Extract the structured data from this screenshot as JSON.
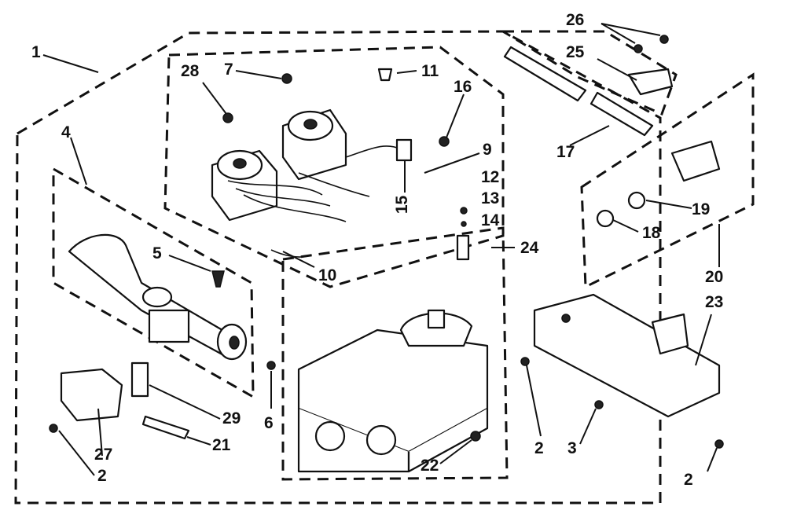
{
  "labels": {
    "l1": "1",
    "l2a": "2",
    "l2b": "2",
    "l2c": "2",
    "l3": "3",
    "l4": "4",
    "l5": "5",
    "l6": "6",
    "l7": "7",
    "l9": "9",
    "l10": "10",
    "l11": "11",
    "l12": "12",
    "l13": "13",
    "l14": "14",
    "l15": "15",
    "l16": "16",
    "l17": "17",
    "l18": "18",
    "l19": "19",
    "l20": "20",
    "l21": "21",
    "l22": "22",
    "l23": "23",
    "l24": "24",
    "l25": "25",
    "l26": "26",
    "l27": "27",
    "l28": "28",
    "l29": "29"
  }
}
